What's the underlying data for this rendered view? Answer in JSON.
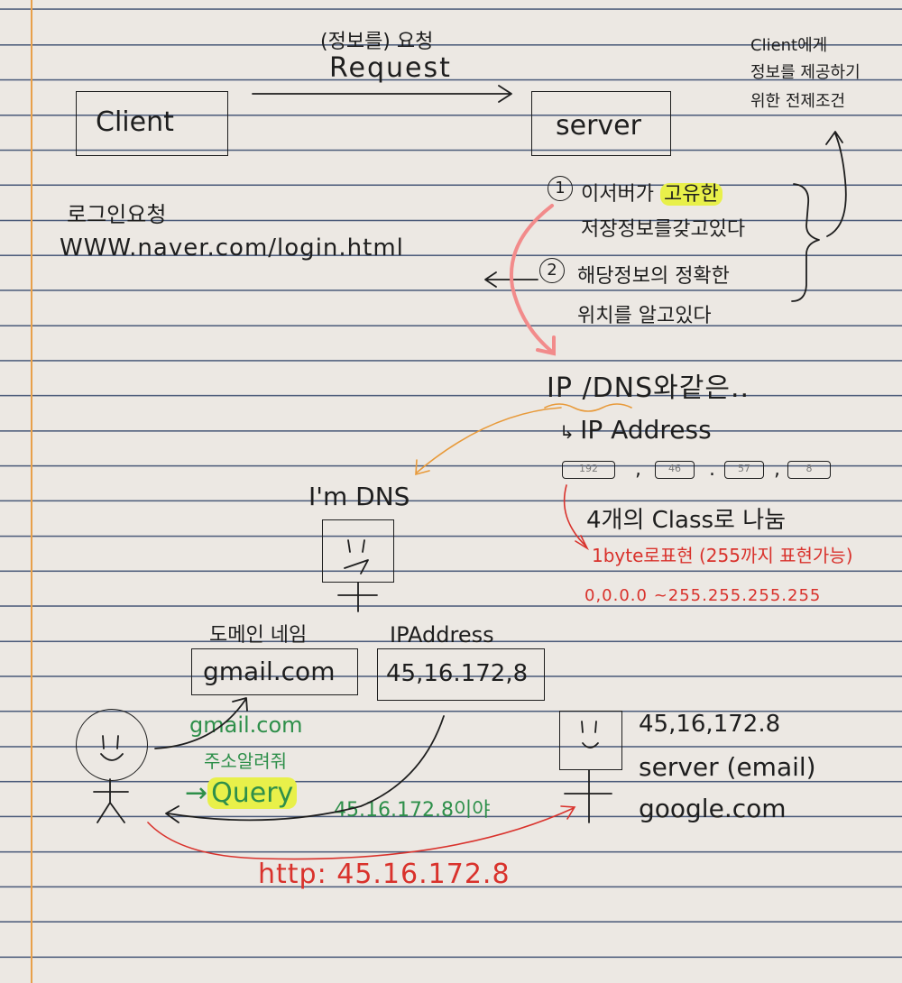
{
  "request": {
    "label_ko": "(정보를) 요청",
    "label_en": "Request"
  },
  "client": {
    "label": "Client"
  },
  "server": {
    "label": "server"
  },
  "premise": {
    "line1": "Client에게",
    "line2": "정보를 제공하기",
    "line3": "위한 전제조건"
  },
  "login": {
    "title": "로그인요청",
    "url": "WWW.naver.com/login.html"
  },
  "conditions": {
    "num1": "1",
    "c1_pre": "이서버가 ",
    "c1_hl": "고유한",
    "c1_line2": "저장정보를갖고있다",
    "num2": "2",
    "c2_line1": "해당정보의 정확한",
    "c2_line2": "위치를 알고있다"
  },
  "ipdns": {
    "title": "IP /DNS와같은..",
    "ip_address": "IP Address",
    "octets": [
      "192",
      "46",
      "57",
      "8"
    ],
    "classes_note": "4개의 Class로 나눔",
    "byte_note": "1byte로표현 (255까지 표현가능)",
    "range": "0,0.0.0  ~255.255.255.255"
  },
  "dns": {
    "label": "I'm DNS",
    "domain_header": "도메인 네임",
    "ip_header": "IPAddress",
    "domain_value": "gmail.com",
    "ip_value": "45,16.172,8"
  },
  "query": {
    "line1": "gmail.com",
    "line2": "주소알려줘",
    "word": "Query",
    "answer": "45.16.172.8이야"
  },
  "target": {
    "ip": "45,16,172.8",
    "name": "server (email)",
    "domain": "google.com"
  },
  "http": {
    "label": "http: 45.16.172.8"
  },
  "colors": {
    "ink": "#1e1e1e",
    "red": "#d9322c",
    "green": "#2e8f4a",
    "orange": "#e89a3a",
    "pink": "#f28b8b",
    "highlight": "#e8f04a"
  }
}
